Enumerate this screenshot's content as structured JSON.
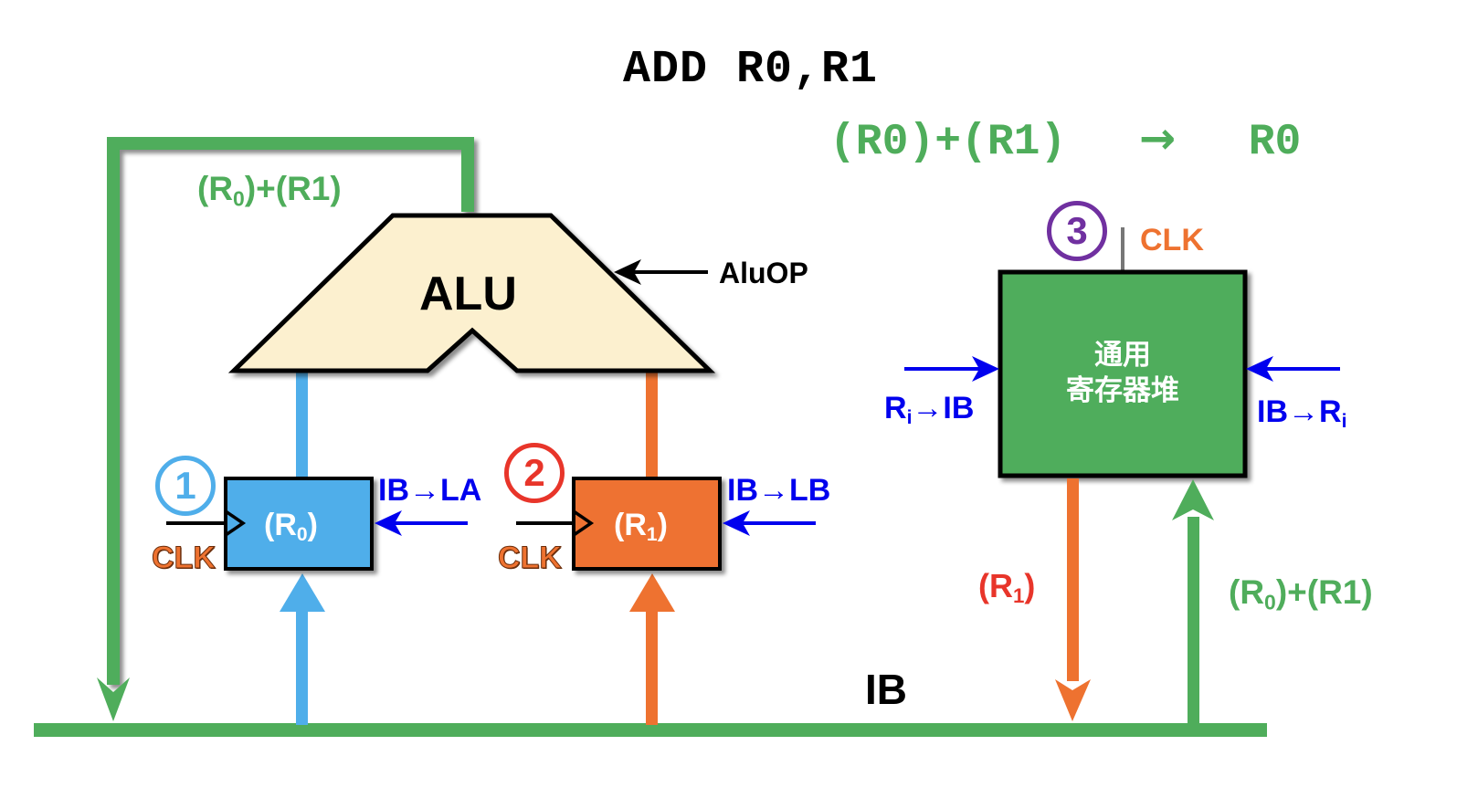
{
  "title": "ADD R0,R1",
  "operation": {
    "lhs": "(R0)+(R1)",
    "arrow": "→",
    "rhs": "R0"
  },
  "colors": {
    "bus_green": "#4fad5b",
    "reg_a_blue": "#4faeea",
    "reg_b_orange": "#ee7230",
    "control_blue": "#0000ee",
    "alu_fill": "#fcf0cf",
    "step1": "#4faeea",
    "step2": "#e8352a",
    "step3": "#7030a0",
    "clk_orange": "#ee7230",
    "reg_file_green": "#4fad5b"
  },
  "alu": {
    "label": "ALU",
    "op_signal": "AluOP",
    "output_label": {
      "prefix": "(R",
      "sub": "0",
      "suffix": ")+(R1)"
    }
  },
  "bus": {
    "label": "IB"
  },
  "register_a": {
    "step": "1",
    "content": {
      "prefix": "(R",
      "sub": "0",
      "suffix": ")"
    },
    "clk_label": "CLK",
    "control": "IB→LA"
  },
  "register_b": {
    "step": "2",
    "content": {
      "prefix": "(R",
      "sub": "1",
      "suffix": ")"
    },
    "clk_label": "CLK",
    "control": "IB→LB"
  },
  "register_file": {
    "step": "3",
    "label_line1": "通用",
    "label_line2": "寄存器堆",
    "clk_label": "CLK",
    "control_out": {
      "prefix": "R",
      "sub": "i",
      "suffix": "→IB"
    },
    "control_in": {
      "prefix": "IB→R",
      "sub": "i",
      "suffix": ""
    },
    "output_label": {
      "prefix": "(R",
      "sub": "1",
      "suffix": ")"
    },
    "input_label": {
      "prefix": "(R",
      "sub": "0",
      "suffix": ")+(R1)"
    }
  }
}
